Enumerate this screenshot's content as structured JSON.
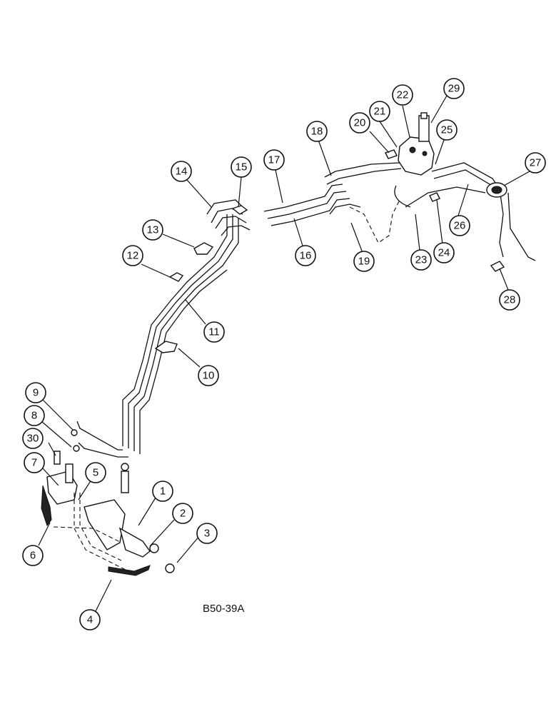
{
  "figure": {
    "reference_code": "B50-39A",
    "callouts": [
      {
        "label": "1"
      },
      {
        "label": "2"
      },
      {
        "label": "3"
      },
      {
        "label": "4"
      },
      {
        "label": "5"
      },
      {
        "label": "6"
      },
      {
        "label": "7"
      },
      {
        "label": "8"
      },
      {
        "label": "9"
      },
      {
        "label": "10"
      },
      {
        "label": "11"
      },
      {
        "label": "12"
      },
      {
        "label": "13"
      },
      {
        "label": "14"
      },
      {
        "label": "15"
      },
      {
        "label": "16"
      },
      {
        "label": "17"
      },
      {
        "label": "18"
      },
      {
        "label": "19"
      },
      {
        "label": "20"
      },
      {
        "label": "21"
      },
      {
        "label": "22"
      },
      {
        "label": "23"
      },
      {
        "label": "24"
      },
      {
        "label": "25"
      },
      {
        "label": "26"
      },
      {
        "label": "27"
      },
      {
        "label": "28"
      },
      {
        "label": "29"
      },
      {
        "label": "30"
      }
    ]
  }
}
